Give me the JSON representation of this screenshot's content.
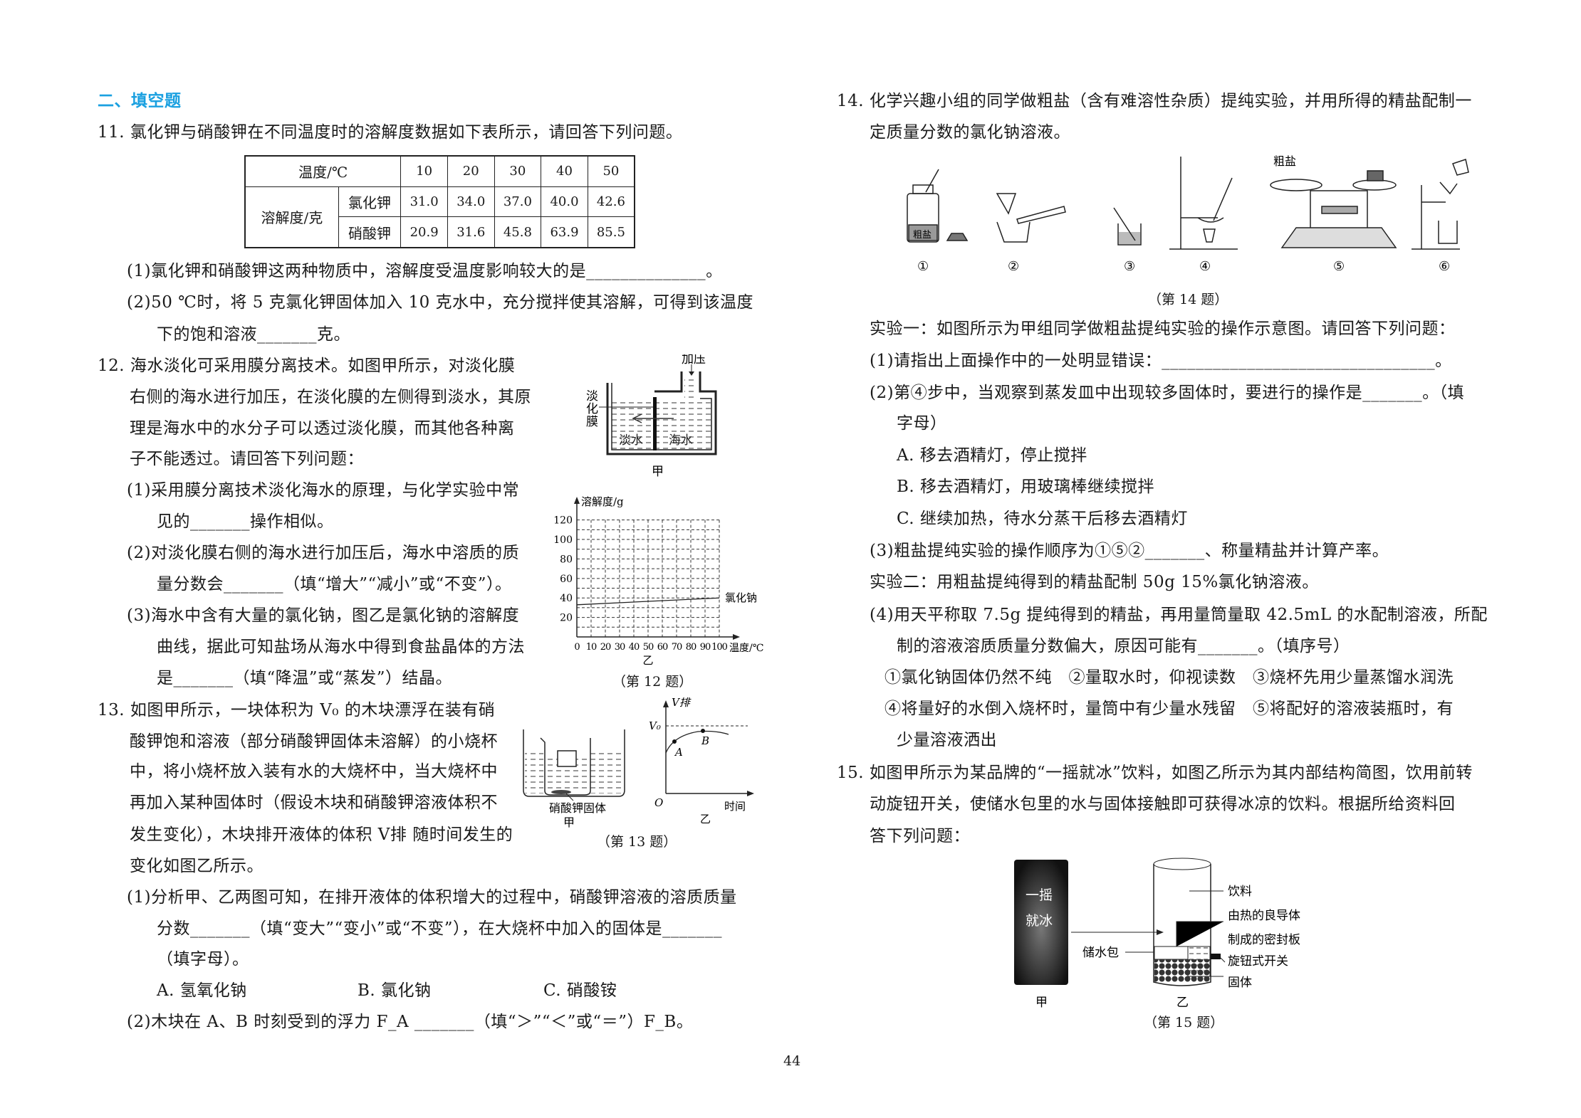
{
  "section_title": "二、填空题",
  "q11": {
    "stem": "11. 氯化钾与硝酸钾在不同温度时的溶解度数据如下表所示，请回答下列问题。",
    "table": {
      "temp_header": "温度/℃",
      "temps": [
        "10",
        "20",
        "30",
        "40",
        "50"
      ],
      "solubility_header": "溶解度/克",
      "rows": [
        {
          "name": "氯化钾",
          "values": [
            "31.0",
            "34.0",
            "37.0",
            "40.0",
            "42.6"
          ]
        },
        {
          "name": "硝酸钾",
          "values": [
            "20.9",
            "31.6",
            "45.8",
            "63.9",
            "85.5"
          ]
        }
      ]
    },
    "p1": "(1)氯化钾和硝酸钾这两种物质中，溶解度受温度影响较大的是______________。",
    "p2a": "(2)50 ℃时，将 5 克氯化钾固体加入 10 克水中，充分搅拌使其溶解，可得到该温度",
    "p2b": "下的饱和溶液_______克。"
  },
  "q12": {
    "lines": [
      "12. 海水淡化可采用膜分离技术。如图甲所示，对淡化膜",
      "右侧的海水进行加压，在淡化膜的左侧得到淡水，其原",
      "理是海水中的水分子可以透过淡化膜，而其他各种离",
      "子不能透过。请回答下列问题："
    ],
    "p1a": "(1)采用膜分离技术淡化海水的原理，与化学实验中常",
    "p1b": "见的_______操作相似。",
    "p2a": "(2)对淡化膜右侧的海水进行加压后，海水中溶质的质",
    "p2b": "量分数会_______（填“增大”“减小”或“不变”）。",
    "p3a": "(3)海水中含有大量的氯化钠，图乙是氯化钠的溶解度",
    "p3b": "曲线，据此可知盐场从海水中得到食盐晶体的方法",
    "p3c": "是_______（填“降温”或“蒸发”）结晶。",
    "fig_jia": {
      "pressure": "加压",
      "membrane": "淡化膜",
      "fresh": "淡水",
      "sea": "海水",
      "label": "甲"
    },
    "fig_label_yi": "乙",
    "caption": "（第 12 题）"
  },
  "chart_data": {
    "type": "line",
    "title": "",
    "xlabel": "温度/℃",
    "ylabel": "溶解度/g",
    "xlim": [
      0,
      100
    ],
    "ylim": [
      0,
      120
    ],
    "x_ticks": [
      "0",
      "10",
      "20",
      "30",
      "40",
      "50",
      "60",
      "70",
      "80",
      "90",
      "100"
    ],
    "y_ticks": [
      "20",
      "40",
      "60",
      "80",
      "100",
      "120"
    ],
    "grid": true,
    "series": [
      {
        "name": "氯化钠",
        "x": [
          0,
          100
        ],
        "y": [
          33,
          40
        ]
      }
    ]
  },
  "q13": {
    "lines": [
      "13. 如图甲所示，一块体积为 V₀ 的木块漂浮在装有硝",
      "酸钾饱和溶液（部分硝酸钾固体未溶解）的小烧杯",
      "中，将小烧杯放入装有水的大烧杯中，当大烧杯中",
      "再加入某种固体时（假设木块和硝酸钾溶液体积不",
      "发生变化），木块排开液体的体积 V排 随时间发生的",
      "变化如图乙所示。"
    ],
    "p1a": "(1)分析甲、乙两图可知，在排开液体的体积增大的过程中，硝酸钾溶液的溶质质量",
    "p1b": "分数_______（填“变大”“变小”或“不变”），在大烧杯中加入的固体是_______",
    "p1c": "（填字母）。",
    "options": [
      "A. 氢氧化钠",
      "B. 氯化钠",
      "C. 硝酸铵"
    ],
    "p2": "(2)木块在 A、B 时刻受到的浮力 F_A _______（填“＞”“＜”或“＝”）F_B。",
    "fig_jia": {
      "solid": "硝酸钾固体",
      "label": "甲"
    },
    "fig_yi": {
      "y": "V排",
      "v0": "V₀",
      "a": "A",
      "b": "B",
      "o": "O",
      "x": "时间",
      "label": "乙"
    },
    "caption": "（第 13 题）"
  },
  "q14": {
    "stem1": "14. 化学兴趣小组的同学做粗盐（含有难溶性杂质）提纯实验，并用所得的精盐配制一",
    "stem2": "定质量分数的氯化钠溶液。",
    "fig_labels": [
      "①",
      "②",
      "③",
      "④",
      "⑤",
      "⑥"
    ],
    "salt_label": "粗盐",
    "caption": "（第 14 题）",
    "exp1": "实验一：如图所示为甲组同学做粗盐提纯实验的操作示意图。请回答下列问题：",
    "p1": "(1)请指出上面操作中的一处明显错误：________________________________。",
    "p2a": "(2)第④步中，当观察到蒸发皿中出现较多固体时，要进行的操作是_______。（填",
    "p2b": "字母）",
    "options": [
      "A. 移去酒精灯，停止搅拌",
      "B. 移去酒精灯，用玻璃棒继续搅拌",
      "C. 继续加热，待水分蒸干后移去酒精灯"
    ],
    "p3": "(3)粗盐提纯实验的操作顺序为①⑤②_______、称量精盐并计算产率。",
    "exp2": "实验二：用粗盐提纯得到的精盐配制 50g 15%氯化钠溶液。",
    "p4a": "(4)用天平称取 7.5g 提纯得到的精盐，再用量筒量取 42.5mL 的水配制溶液，所配",
    "p4b": "制的溶液溶质质量分数偏大，原因可能有_______。（填序号）",
    "p4c": "①氯化钠固体仍然不纯　②量取水时，仰视读数　③烧杯先用少量蒸馏水润洗",
    "p4d": "④将量好的水倒入烧杯时，量筒中有少量水残留　⑤将配好的溶液装瓶时，有",
    "p4e": "少量溶液洒出"
  },
  "q15": {
    "stem1": "15. 如图甲所示为某品牌的“一摇就冰”饮料，如图乙所示为其内部结构简图，饮用前转",
    "stem2": "动旋钮开关，使储水包里的水与固体接触即可获得冰凉的饮料。根据所给资料回",
    "stem3": "答下列问题：",
    "can_text1": "一摇",
    "can_text2": "就冰",
    "labels": {
      "drink": "饮料",
      "plate1": "由热的良导体",
      "plate2": "制成的密封板",
      "knob": "旋钮式开关",
      "solid": "固体",
      "water_bag": "储水包"
    },
    "label_jia": "甲",
    "label_yi": "乙",
    "caption": "（第 15 题）"
  },
  "page_number": "44"
}
